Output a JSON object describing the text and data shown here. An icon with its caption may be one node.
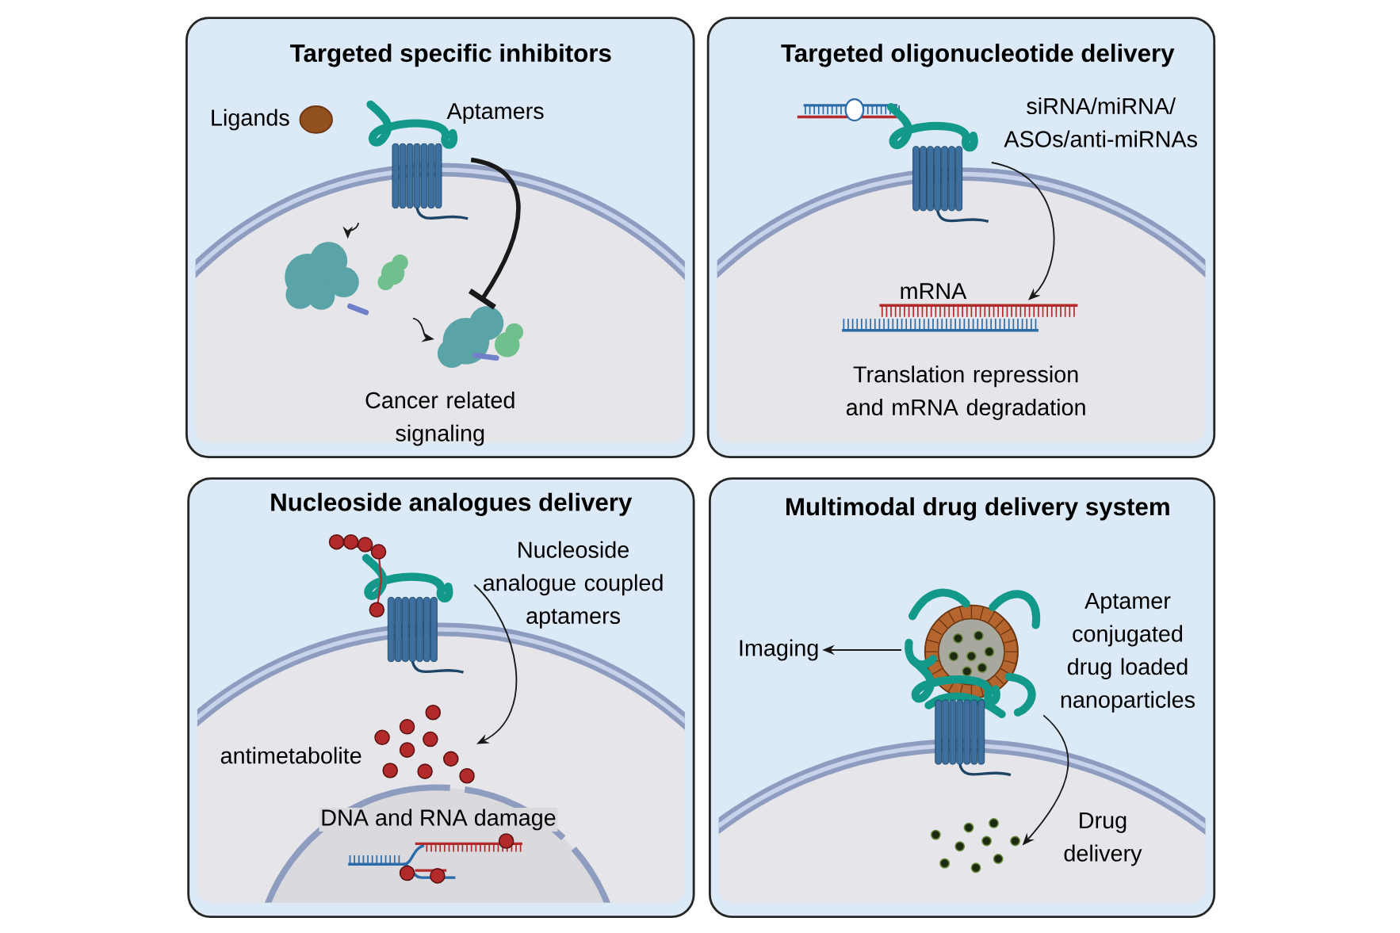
{
  "diagram": {
    "nodes": [
      {
        "text": [
          "Targeted specific inhibitors"
        ]
      },
      {
        "text": [],
        "shape": "picture",
        "in": 0
      },
      {
        "text": [],
        "shape": "picture",
        "in": 0
      },
      {
        "text": [],
        "shape": "picture",
        "in": 0,
        "beside": [
          "Cancer related signaling"
        ]
      },
      {
        "text": [
          "Targeted oligonucleotide delivery"
        ]
      },
      {
        "text": [],
        "shape": "picture",
        "in": 4,
        "beside": [
          "siRNA/miRNA/ ASOs/anti-miRNAs"
        ]
      },
      {
        "text": [],
        "shape": "picture",
        "in": 4,
        "beside": [
          "mRNA"
        ]
      },
      {
        "text": [
          "Nucleoside analogues delivery"
        ]
      },
      {
        "text": [
          "Nucleoside analogue coupled aptamers"
        ],
        "in": 7
      },
      {
        "text": [],
        "shape": "picture",
        "in": 7
      },
      {
        "text": [],
        "shape": "picture",
        "in": 7,
        "beside": [
          "antimetabolite"
        ]
      },
      {
        "text": [
          "Multimodal drug delivery system"
        ]
      },
      {
        "text": [
          "Imaging"
        ],
        "in": 11
      },
      {
        "text": [],
        "shape": "picture",
        "in": 11
      },
      {
        "text": [
          "Aptamer conjugated drug loaded nanoparticles"
        ],
        "in": 11
      },
      {
        "text": [],
        "shape": "picture",
        "in": 11
      },
      {
        "text": [],
        "shape": "picture",
        "in": 11
      }
    ],
    "edges": [
      {
        "from": 1,
        "to": 2,
        "arrow": "to"
      },
      {
        "from": 2,
        "to": 3,
        "arrow": "to"
      },
      {
        "from": 1,
        "to": 3,
        "arrow": "other",
        "style": "thick"
      },
      {
        "from": 5,
        "to": 6,
        "arrow": "to"
      },
      {
        "from": 8,
        "to": 10,
        "arrow": "to"
      },
      {
        "from": 13,
        "to": 12,
        "arrow": "to"
      },
      {
        "from": 14,
        "to": 16,
        "arrow": "to"
      }
    ],
    "labels": [
      "Ligands",
      "Aptamers",
      "Translation repression and mRNA degradation",
      "DNA and RNA damage",
      "Drug delivery"
    ]
  }
}
